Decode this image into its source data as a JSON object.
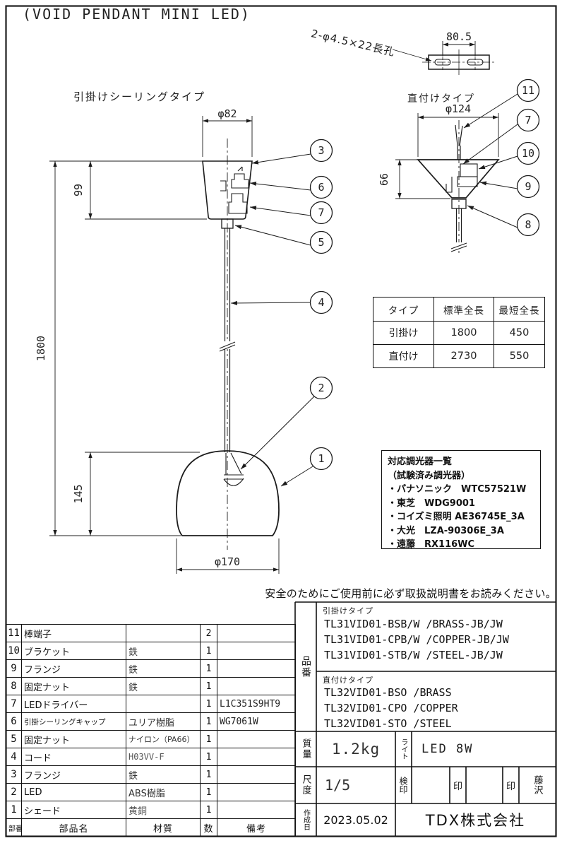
{
  "title": "(VOID PENDANT MINI LED)",
  "views": {
    "hook_label": "引掛けシーリングタイプ",
    "direct_label": "直付けタイプ",
    "slot_note": "2-φ4.5×22長孔"
  },
  "dims": {
    "phi82": "φ82",
    "h99": "99",
    "h1800": "1800",
    "h145": "145",
    "phi170": "φ170",
    "phi124": "φ124",
    "h66": "66",
    "w805": "80.5"
  },
  "callouts": {
    "left": [
      "3",
      "6",
      "7",
      "5",
      "4",
      "2",
      "1"
    ],
    "right": [
      "11",
      "7",
      "10",
      "9",
      "8"
    ]
  },
  "spec_table": {
    "headers": [
      "タイプ",
      "標準全長",
      "最短全長"
    ],
    "rows": [
      {
        "type": "引掛け",
        "standard": "1800",
        "shortest": "450"
      },
      {
        "type": "直付け",
        "standard": "2730",
        "shortest": "550"
      }
    ]
  },
  "dimmers": {
    "title": "対応調光器一覧",
    "subtitle": "（試験済み調光器）",
    "items": [
      "・パナソニック　WTC57521W",
      "・東芝　WDG9001",
      "・コイズミ照明 AE36745E_3A",
      "・大光　LZA-90306E_3A",
      "・遠藤　RX116WC"
    ]
  },
  "safety_note": "安全のためにご使用前に必ず取扱説明書をお読みください。",
  "parts": {
    "header": {
      "no": "部番",
      "name": "部品名",
      "material": "材質",
      "qty": "数",
      "note": "備考"
    },
    "rows": [
      {
        "no": "11",
        "name": "棒端子",
        "material": "",
        "qty": "2",
        "note": ""
      },
      {
        "no": "10",
        "name": "ブラケット",
        "material": "鉄",
        "qty": "1",
        "note": ""
      },
      {
        "no": "9",
        "name": "フランジ",
        "material": "鉄",
        "qty": "1",
        "note": ""
      },
      {
        "no": "8",
        "name": "固定ナット",
        "material": "鉄",
        "qty": "1",
        "note": ""
      },
      {
        "no": "7",
        "name": "LEDドライバー",
        "material": "",
        "qty": "1",
        "note": "L1C351S9HT9"
      },
      {
        "no": "6",
        "name": "引掛シーリングキャップ",
        "material": "ユリア樹脂",
        "qty": "1",
        "note": "WG7061W"
      },
      {
        "no": "5",
        "name": "固定ナット",
        "material": "ナイロン（PA66）",
        "qty": "1",
        "note": ""
      },
      {
        "no": "4",
        "name": "コード",
        "material": "H03VV-F",
        "qty": "1",
        "note": ""
      },
      {
        "no": "3",
        "name": "フランジ",
        "material": "鉄",
        "qty": "1",
        "note": ""
      },
      {
        "no": "2",
        "name": "LED",
        "material": "ABS樹脂",
        "qty": "1",
        "note": ""
      },
      {
        "no": "1",
        "name": "シェード",
        "material": "黄銅",
        "qty": "1",
        "note": ""
      }
    ]
  },
  "codes": {
    "label": "品番",
    "hook_label": "引掛けタイプ",
    "hook": [
      "TL31VID01-BSB/W /BRASS-JB/JW",
      "TL31VID01-CPB/W /COPPER-JB/JW",
      "TL31VID01-STB/W /STEEL-JB/JW"
    ],
    "direct_label": "直付けタイプ",
    "direct": [
      "TL32VID01-BSO /BRASS",
      "TL32VID01-CPO /COPPER",
      "TL32VID01-STO /STEEL"
    ]
  },
  "block": {
    "mass_label": "質量",
    "mass": "1.2kg",
    "light_label": "ライト",
    "light": "LED 8W",
    "scale_label": "尺度",
    "scale": "1/5",
    "inspect_label": "検印",
    "stamp1": "印",
    "stamp2": "印",
    "approver": "藤沢",
    "date_label": "作成日",
    "date": "2023.05.02",
    "company": "TDX株式会社"
  }
}
